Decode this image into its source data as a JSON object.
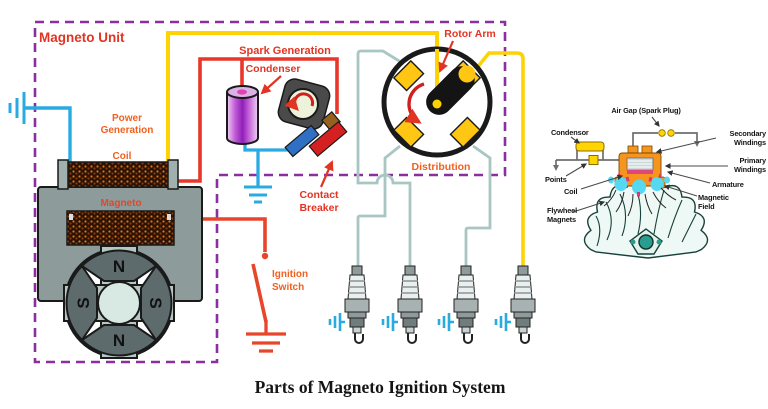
{
  "caption": "Parts of Magneto Ignition System",
  "colors": {
    "boundary_purple": "#8b2f9e",
    "label_red": "#e23423",
    "label_orange": "#f2601f",
    "wire_blue": "#29abe2",
    "wire_yellow": "#ffd203",
    "wire_red": "#e8362a",
    "wire_teal": "#a9c6c2",
    "distributor_contact_yellow": "#ffc613",
    "condenser_purple": "#a22cc4",
    "magneto_body_gray": "#8d9c9b",
    "armature_orange": "#f7941d",
    "magnetic_field_cyan": "#55d8f2"
  },
  "main": {
    "magneto_unit": "Magneto Unit",
    "power_gen_1": "Power",
    "power_gen_2": "Generation",
    "coil": "Coil",
    "magneto": "Magneto",
    "spark_generation": "Spark Generation",
    "condenser": "Condenser",
    "contact_1": "Contact",
    "contact_2": "Breaker",
    "rotor_arm": "Rotor Arm",
    "distribution": "Distribution",
    "ignition_1": "Ignition",
    "ignition_2": "Switch",
    "pole_top": "N",
    "pole_left": "S",
    "pole_right": "S",
    "pole_bottom": "N"
  },
  "inset": {
    "air_gap": "Air Gap (Spark Plug)",
    "condensor": "Condensor",
    "secondary_1": "Secondary",
    "secondary_2": "Windings",
    "primary_1": "Primary",
    "primary_2": "Windings",
    "points": "Points",
    "coil": "Coil",
    "armature": "Armature",
    "magnetic_1": "Magnetic",
    "magnetic_2": "Field",
    "flywheel_1": "Flywheel",
    "flywheel_2": "Magnets"
  }
}
